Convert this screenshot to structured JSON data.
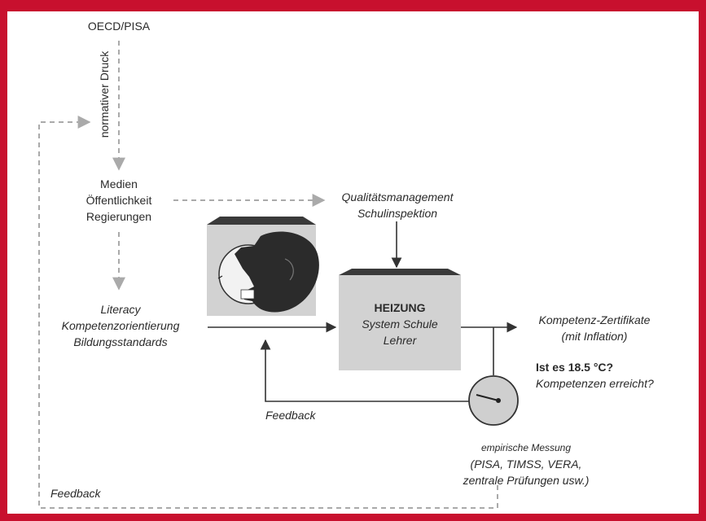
{
  "colors": {
    "frame": "#c8102e",
    "box": "#d2d2d2",
    "box_top": "#3a3a3a",
    "solid_arrow": "#333333",
    "dashed_arrow": "#aaaaaa"
  },
  "icons": {
    "hand": "hand-turning-knob-icon",
    "gauge": "gauge-icon"
  },
  "nodes": {
    "oecd": "OECD/PISA",
    "druck": "normativer Druck",
    "medien": [
      "Medien",
      "Öffentlichkeit",
      "Regierungen"
    ],
    "qualitaet": [
      "Qualitätsmanagement",
      "Schulinspektion"
    ],
    "literacy": [
      "Literacy",
      "Kompetenzorientierung",
      "Bildungsstandards"
    ],
    "heizung": {
      "title": "HEIZUNG",
      "lines": [
        "System Schule",
        "Lehrer"
      ]
    },
    "zertifikate": [
      "Kompetenz-Zertifikate",
      "(mit Inflation)"
    ],
    "frage": {
      "bold": "Ist es 18.5 °C?",
      "sub": "Kompetenzen erreicht?"
    },
    "messung": {
      "title": "empirische Messung",
      "lines": [
        "(PISA, TIMSS, VERA,",
        "zentrale Prüfungen usw.)"
      ]
    },
    "feedback_inner": "Feedback",
    "feedback_outer": "Feedback"
  }
}
